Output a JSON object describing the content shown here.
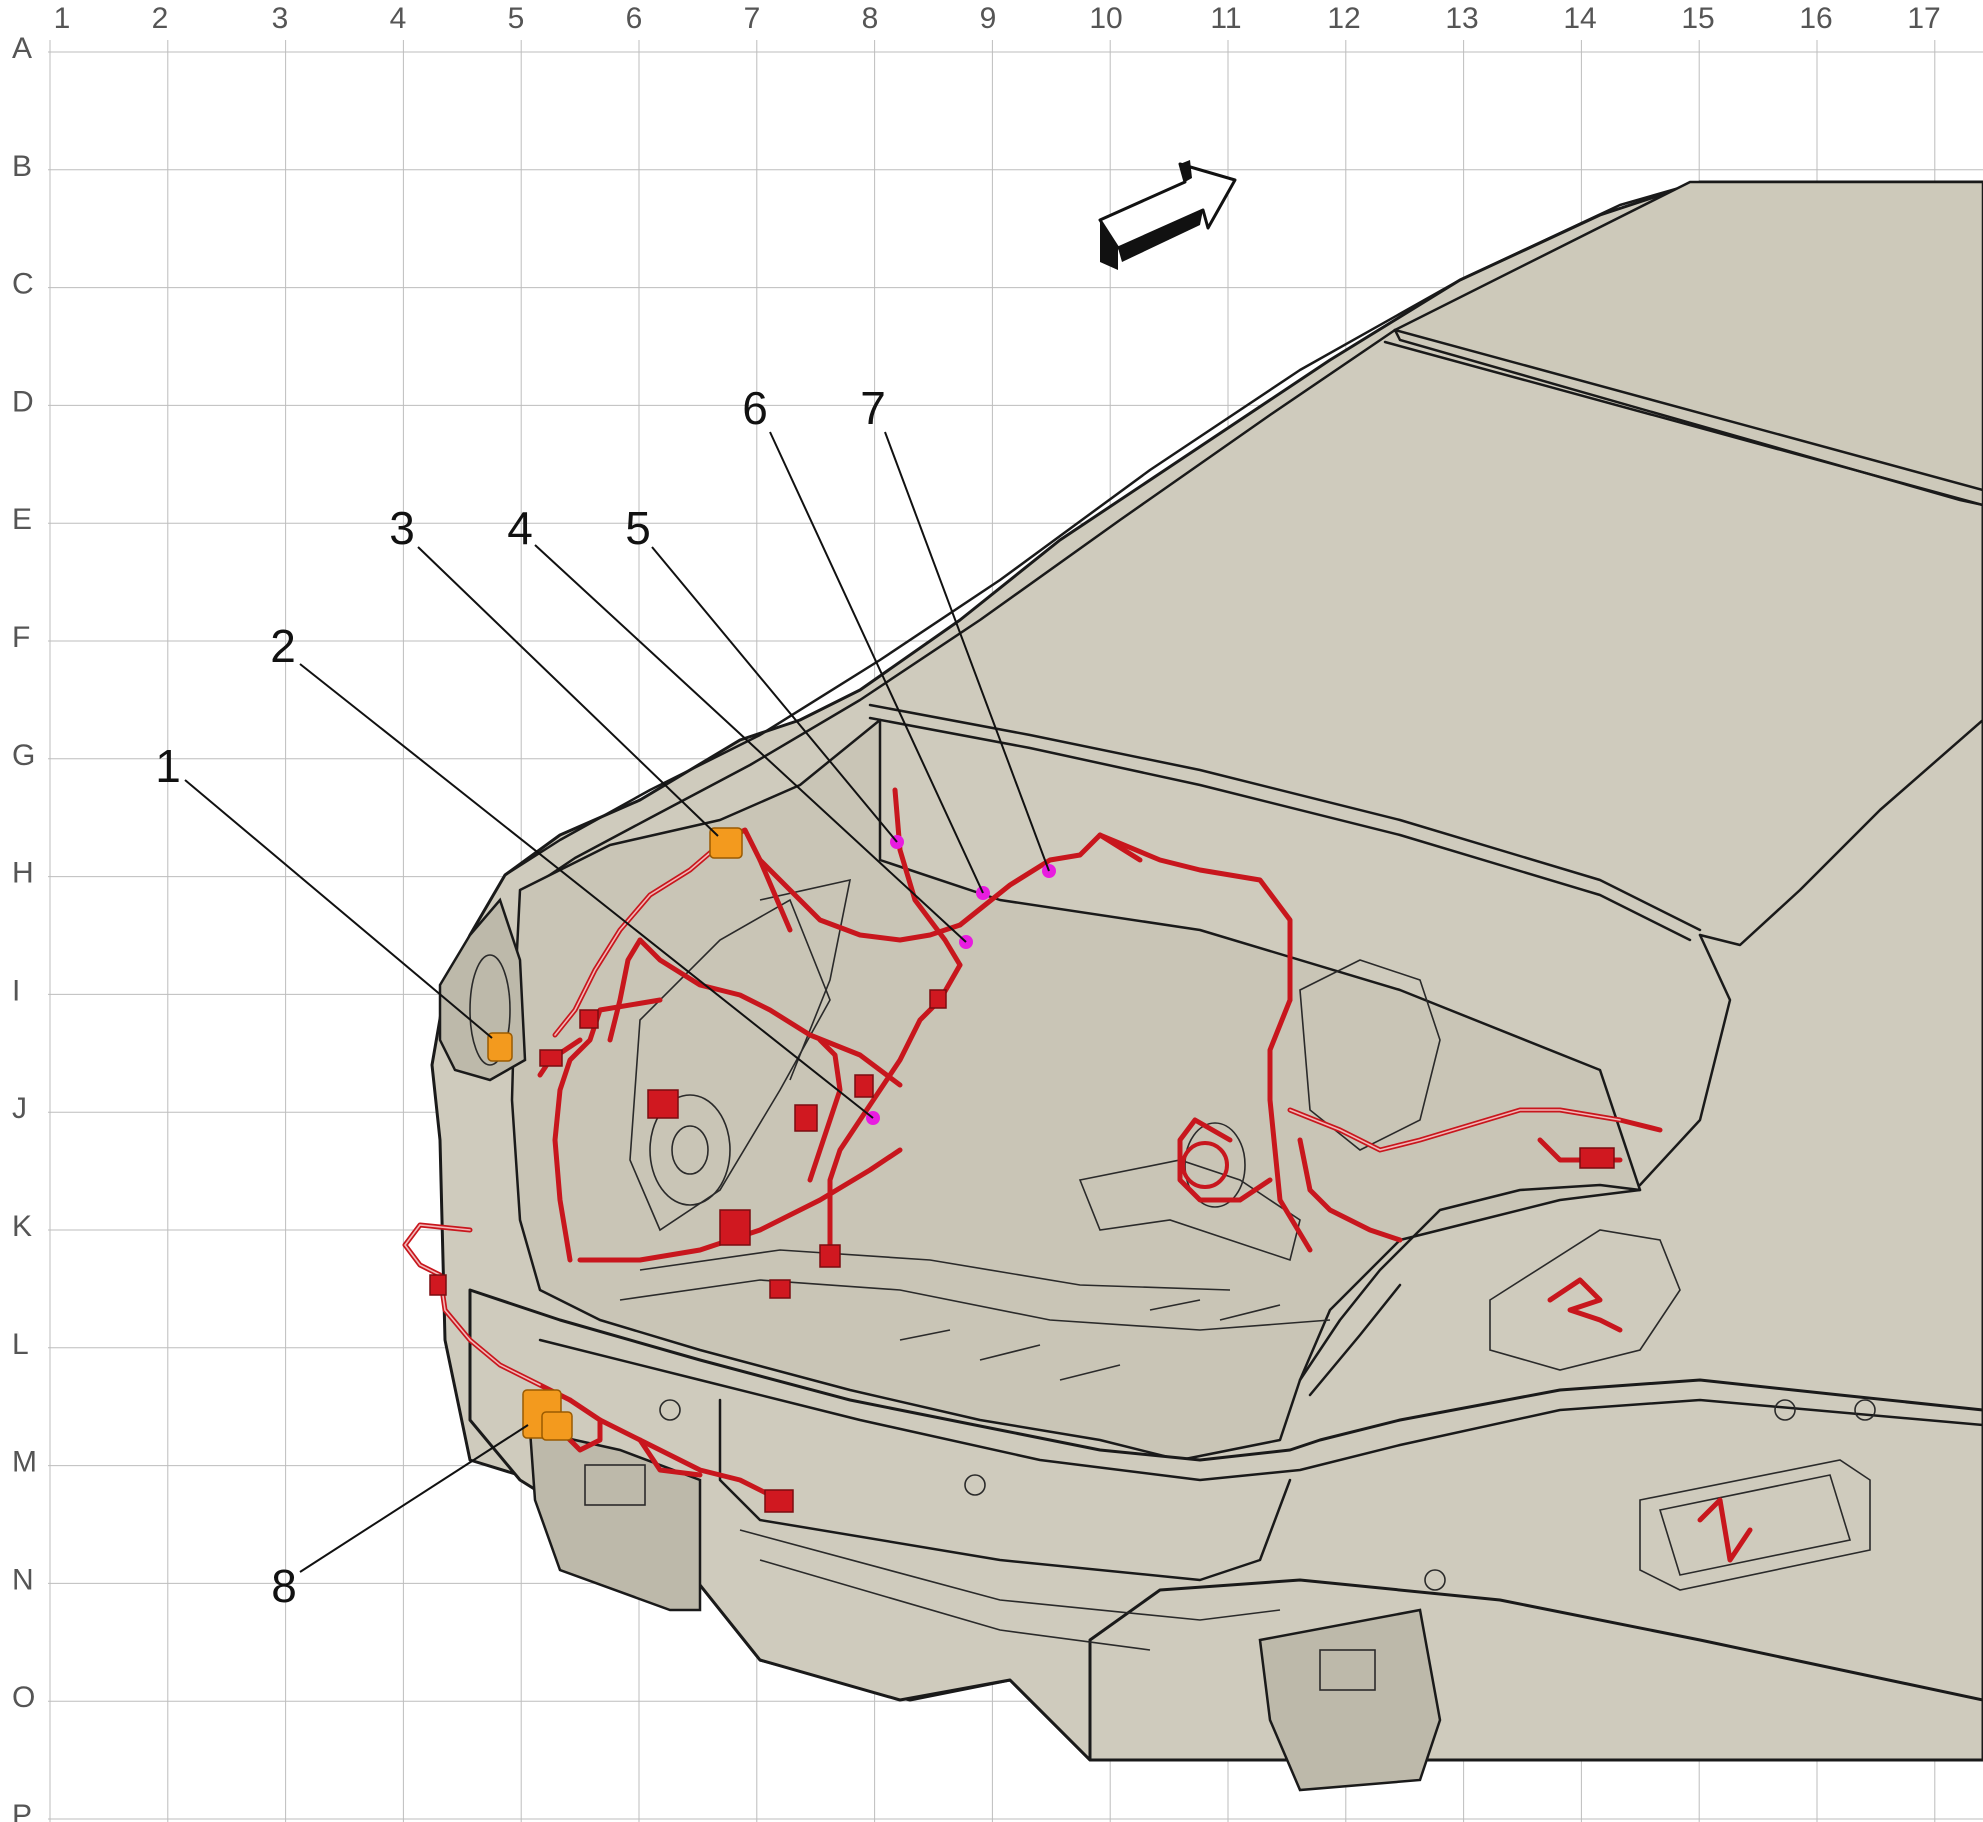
{
  "grid": {
    "columns": [
      "1",
      "2",
      "3",
      "4",
      "5",
      "6",
      "7",
      "8",
      "9",
      "10",
      "11",
      "12",
      "13",
      "14",
      "15",
      "16",
      "17"
    ],
    "rows": [
      "A",
      "B",
      "C",
      "D",
      "E",
      "F",
      "G",
      "H",
      "I",
      "J",
      "K",
      "L",
      "M",
      "N",
      "O",
      "P"
    ]
  },
  "callouts": [
    {
      "label": "1"
    },
    {
      "label": "2"
    },
    {
      "label": "3"
    },
    {
      "label": "4"
    },
    {
      "label": "5"
    },
    {
      "label": "6"
    },
    {
      "label": "7"
    },
    {
      "label": "8"
    }
  ],
  "colors": {
    "body": "#cfcbbd",
    "harness": "#c8161d",
    "connector_highlight": "#f39a1e",
    "ground_point": "#e81ce0",
    "grid": "#bdbdbd"
  },
  "icons": {
    "direction_arrow": "front-of-vehicle-arrow-icon"
  }
}
